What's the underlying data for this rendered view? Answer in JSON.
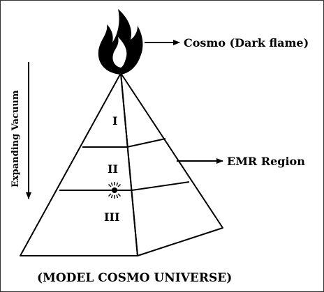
{
  "labels": {
    "flame_label": "Cosmo (Dark flame)",
    "emr_label": "EMR Region",
    "vacuum_label": "Expanding Vacuum",
    "region_1": "I",
    "region_2": "II",
    "region_3": "III",
    "caption": "(MODEL COSMO UNIVERSE)"
  },
  "colors": {
    "ink": "#000000",
    "background": "#ffffff",
    "frame": "#333333"
  },
  "icons": {
    "flame": "flame-icon",
    "sun": "radiant-star-icon"
  }
}
